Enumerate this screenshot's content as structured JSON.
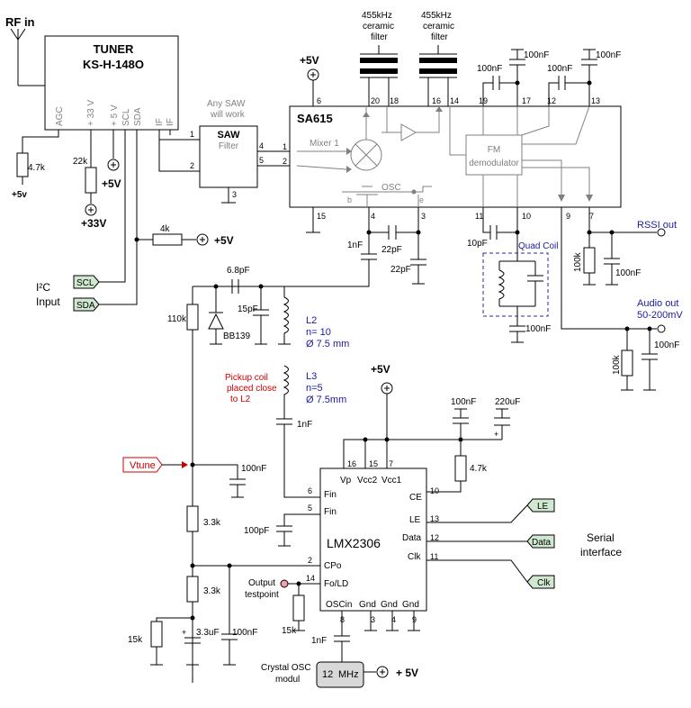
{
  "labels": {
    "rf_in": "RF in",
    "plus5v": "+5V",
    "plus5v_small": "+5v",
    "plus5v_spaced": "+ 5V",
    "plus33v": "+33V",
    "plus_sign": "+",
    "scl": "SCL",
    "sda": "SDA",
    "i2c": "I²C",
    "input": "Input",
    "quad_coil": "Quad Coil",
    "rssi_out": "RSSI out",
    "audio_out": "Audio out",
    "audio_level": "50-200mV",
    "pickup_1": "Pickup coil",
    "pickup_2": "placed close",
    "pickup_3": "to L2",
    "vtune": "Vtune",
    "testpoint_1": "Output",
    "testpoint_2": "testpoint",
    "le": "LE",
    "data": "Data",
    "clk": "Clk",
    "serial_1": "Serial",
    "serial_2": "interface"
  },
  "tuner": {
    "title": "TUNER",
    "model": "KS-H-148O",
    "pins": [
      "AGC",
      "+ 33 V",
      "+ 5 V",
      "SCL",
      "SDA",
      "IF",
      "IF"
    ]
  },
  "saw": {
    "note_line1": "Any SAW",
    "note_line2": "will work",
    "title": "SAW",
    "subtitle": "Filter",
    "pins": [
      "1",
      "2",
      "4",
      "5",
      "3"
    ]
  },
  "sa615": {
    "title": "SA615",
    "mixer_label": "Mixer 1",
    "demod_line1": "FM",
    "demod_line2": "demodulator",
    "osc_label": "OSC",
    "osc_b": "b",
    "osc_e": "e",
    "pins": {
      "1": "1",
      "2": "2",
      "3": "3",
      "4": "4",
      "6": "6",
      "7": "7",
      "9": "9",
      "10": "10",
      "11": "11",
      "12": "12",
      "13": "13",
      "14": "14",
      "15": "15",
      "16": "16",
      "17": "17",
      "18": "18",
      "19": "19",
      "20": "20"
    }
  },
  "filters": {
    "f1_line1": "455kHz",
    "f1_line2": "ceramic",
    "f1_line3": "filter",
    "f2_line1": "455kHz",
    "f2_line2": "ceramic",
    "f2_line3": "filter"
  },
  "parts": {
    "r_agc": "4.7k",
    "r_33v": "22k",
    "r_pullup": "4k",
    "c_19": "100nF",
    "c_17": "100nF",
    "c_12": "100nF",
    "c_13": "100nF",
    "c_pin4": "1nF",
    "c_osc": "22pF",
    "c_pin3": "22pF",
    "c_quad": "10pF",
    "c_quad_dec": "100nF",
    "r_rssi": "100k",
    "c_rssi": "100nF",
    "r_audio": "100k",
    "c_audio": "100nF",
    "c_coupling": "6.8pF",
    "c_tank": "15pF",
    "varicap": "BB139",
    "r_vtune": "110k",
    "c_pickup": "1nF",
    "c_vtune": "100nF",
    "r_loop1": "3.3k",
    "r_loop2": "3.3k",
    "r_loop3": "15k",
    "c_loop1": "3.3uF",
    "c_loop2": "100nF",
    "c_lmx1": "100nF",
    "c_lmx2": "220uF",
    "r_ce": "4.7k",
    "c_fin2": "100pF",
    "r_testpoint": "15k",
    "c_oscin": "1nF"
  },
  "coils": {
    "l2_name": "L2",
    "l2_turns": "n=  10",
    "l2_dia": "Ø 7.5 mm",
    "l3_name": "L3",
    "l3_turns": "n=5",
    "l3_dia": "Ø 7.5mm"
  },
  "lmx": {
    "title": "LMX2306",
    "pins_top": {
      "vp": "Vp",
      "vcc2": "Vcc2",
      "vcc1": "Vcc1"
    },
    "pins_left": {
      "fin1": "Fin",
      "fin2": "Fin",
      "cpo": "CPo",
      "fold": "Fo/LD"
    },
    "pins_right": {
      "ce": "CE",
      "le": "LE",
      "data": "Data",
      "clk": "Clk"
    },
    "pins_bottom": {
      "oscin": "OSCin",
      "gnd1": "Gnd",
      "gnd2": "Gnd",
      "gnd3": "Gnd"
    },
    "pin_numbers": {
      "2": "2",
      "3": "3",
      "4": "4",
      "5": "5",
      "6": "6",
      "7": "7",
      "8": "8",
      "9": "9",
      "10": "10",
      "11": "11",
      "12": "12",
      "13": "13",
      "14": "14",
      "15": "15",
      "16": "16"
    }
  },
  "xtal": {
    "label_1": "Crystal OSC",
    "label_2": "modul",
    "freq": "12",
    "unit": "MHz"
  }
}
